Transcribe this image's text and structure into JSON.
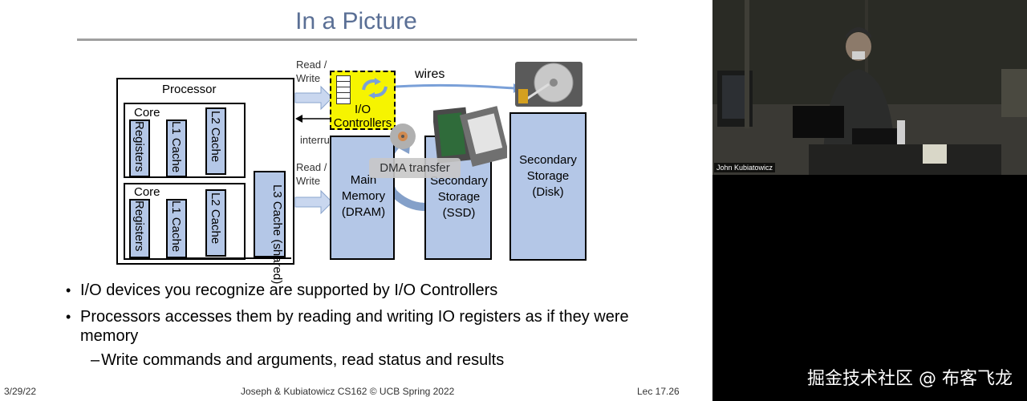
{
  "slide": {
    "title": "In a Picture",
    "diagram": {
      "processor_label": "Processor",
      "core_label": "Core",
      "registers_label": "Registers",
      "l1_label": "L1 Cache",
      "l2_label": "L2 Cache",
      "l3_label": "L3 Cache (shared)",
      "read_write_label_top": "Read /",
      "read_write_label_bottom": "Write",
      "io_controllers_label": "I/O Controllers",
      "wires_label": "wires",
      "interrupts_label": "interrupts",
      "dma_label": "DMA transfer",
      "main_memory_label": "Main Memory (DRAM)",
      "secondary_ssd_label": "Secondary Storage (SSD)",
      "secondary_disk_label": "Secondary Storage (Disk)"
    },
    "bullets": [
      "I/O devices you recognize are supported by I/O Controllers",
      "Processors accesses them by reading and writing IO registers as if they were memory"
    ],
    "bullet2_line1": "Processors accesses them by reading and writing IO registers as if they",
    "bullet2_line2": "were memory",
    "sub_bullet": "Write commands and arguments, read status and results",
    "footer": {
      "date": "3/29/22",
      "center": "Joseph & Kubiatowicz CS162 © UCB Spring 2022",
      "slide_number": "Lec 17.26"
    }
  },
  "video": {
    "speaker_name": "John Kubiatowicz"
  },
  "watermark": "掘金技术社区 @ 布客飞龙",
  "colors": {
    "title": "#5a6f95",
    "box_fill": "#b4c7e7",
    "io_controller_fill": "#f6f400"
  }
}
